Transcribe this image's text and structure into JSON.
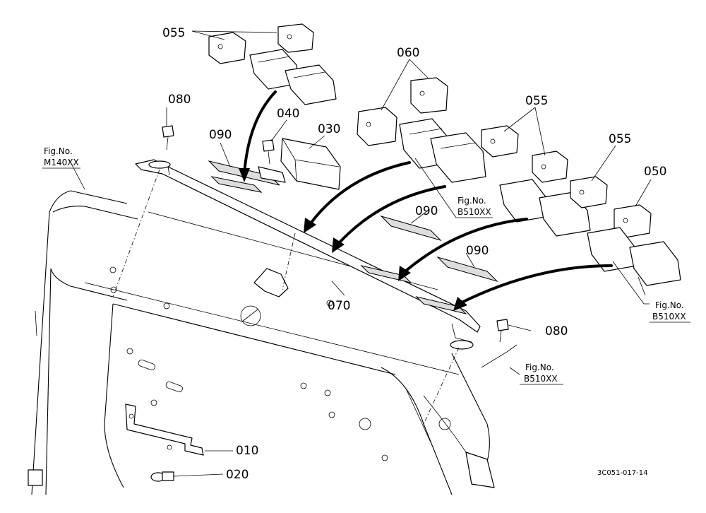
{
  "labels": {
    "p055_top": "055",
    "p080_left": "080",
    "p040": "040",
    "p090_left": "090",
    "p030": "030",
    "p060": "060",
    "p055_mid": "055",
    "p055_right": "055",
    "p050": "050",
    "p090_mid": "090",
    "p090_right": "090",
    "p070": "070",
    "p080_right": "080",
    "p010": "010",
    "p020": "020"
  },
  "fig_refs": {
    "m140_line1": "Fig.No.",
    "m140_line2": "M140XX",
    "b510_a_line1": "Fig.No.",
    "b510_a_line2": "B510XX",
    "b510_b_line1": "Fig.No.",
    "b510_b_line2": "B510XX",
    "b510_c_line1": "Fig.No.",
    "b510_c_line2": "B510XX"
  },
  "drawing_code": "3C051-017-14"
}
